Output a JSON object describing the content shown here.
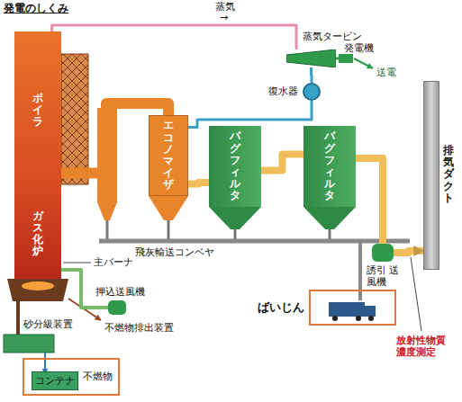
{
  "diagram": {
    "title": "発電のしくみ",
    "nodes": [
      {
        "text": [
          "ボイラ"
        ]
      },
      {
        "text": [
          "ガス化炉"
        ]
      },
      {
        "text": [
          "エコノマイザ"
        ]
      },
      {
        "text": [
          "バグフィルタ"
        ]
      },
      {
        "text": [
          "バグフィルタ"
        ]
      },
      {
        "text": [
          "排気ダクト"
        ]
      },
      {
        "text": [
          "蒸気タービン"
        ]
      },
      {
        "text": [
          "発電機"
        ]
      },
      {
        "text": [
          "復水器"
        ]
      },
      {
        "text": [
          "誘引 送風機"
        ]
      },
      {
        "text": [
          "押込送風機"
        ]
      },
      {
        "text": [
          "不燃物"
        ]
      },
      {
        "text": [
          "コンテナ"
        ],
        "in": 11
      },
      {
        "text": [
          "ばいじん"
        ]
      }
    ],
    "edges": [
      {
        "from": 0,
        "to": 2,
        "arrow": "none"
      },
      {
        "from": 2,
        "to": 3,
        "arrow": "none"
      },
      {
        "from": 3,
        "to": 4,
        "arrow": "none"
      },
      {
        "from": 4,
        "to": 9,
        "arrow": "none"
      },
      {
        "from": 9,
        "to": 5,
        "arrow": "to"
      },
      {
        "from": 0,
        "to": 6,
        "label": "蒸気",
        "arrow": "none"
      },
      {
        "from": 6,
        "to": 8,
        "arrow": "none"
      },
      {
        "from": 8,
        "to": 2,
        "arrow": "none"
      },
      {
        "from": 6,
        "to": 7,
        "arrow": "none"
      },
      {
        "from": 10,
        "to": 1,
        "arrow": "none"
      }
    ],
    "labels": [
      "→",
      "送電",
      "主バーナ",
      "砂分級装置",
      "不燃物排出装置",
      "飛灰輸送コンベヤ",
      "放射性物質 濃度測定"
    ]
  }
}
